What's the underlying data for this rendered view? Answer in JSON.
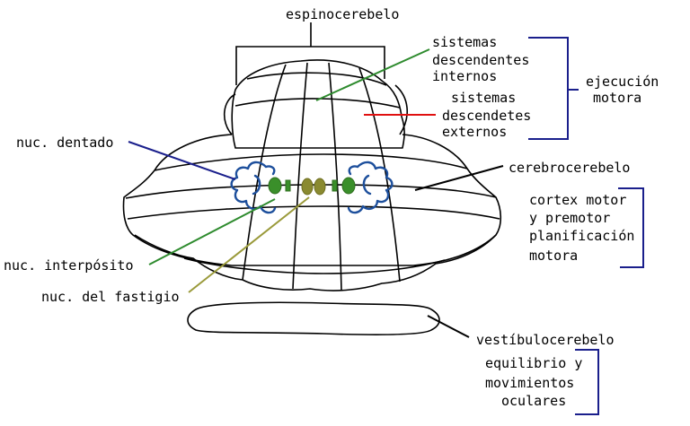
{
  "colors": {
    "outline": "#000000",
    "bracket": "#1a1f8c",
    "dentate": "#1d4f9c",
    "interposito": "#2e8b2e",
    "interposito_fill": "#3a8f2a",
    "fastigio": "#9a9a3a",
    "fastigio_fill": "#8a8a30",
    "red_line": "#e01010"
  },
  "labels": {
    "espinocerebelo": "espinocerebelo",
    "sist_int_1": "sistemas",
    "sist_int_2": "descendentes",
    "sist_int_3": "internos",
    "sist_ext_1": "sistemas",
    "sist_ext_2": "descendetes",
    "sist_ext_3": "externos",
    "ejec_1": "ejecución",
    "ejec_2": "motora",
    "nuc_dentado": "nuc. dentado",
    "cerebrocerebelo": "cerebrocerebelo",
    "cortex_1": "cortex motor",
    "cortex_2": "y premotor",
    "cortex_3": "planificación",
    "cortex_4": "motora",
    "nuc_interposito": "nuc. interpósito",
    "nuc_fastigio": "nuc. del fastigio",
    "vestibulo": "vestíbulocerebelo",
    "equi_1": "equilibrio y",
    "equi_2": "movimientos",
    "equi_3": "oculares"
  }
}
